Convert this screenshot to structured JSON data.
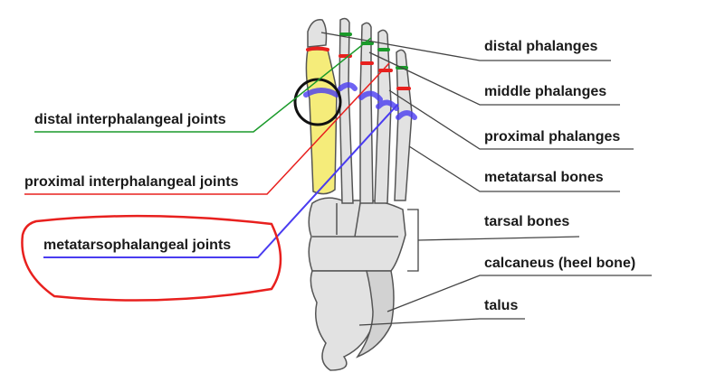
{
  "labels_right": {
    "distal_phalanges": "distal phalanges",
    "middle_phalanges": "middle phalanges",
    "proximal_phalanges": "proximal phalanges",
    "metatarsal_bones": "metatarsal bones",
    "tarsal_bones": "tarsal bones",
    "calcaneus": "calcaneus (heel bone)",
    "talus": "talus"
  },
  "labels_left": {
    "distal_interphalangeal": "distal interphalangeal joints",
    "proximal_interphalangeal": "proximal interphalangeal joints",
    "metatarsophalangeal": "metatarsophalangeal joints"
  },
  "colors": {
    "distal_joint": "#1a9a2a",
    "proximal_joint": "#e8201e",
    "mtp_joint": "#4a3cf0",
    "highlight_bone": "#f5ec7a",
    "bone": "#e4e4e4",
    "annotation_ellipse": "#e8201e"
  }
}
